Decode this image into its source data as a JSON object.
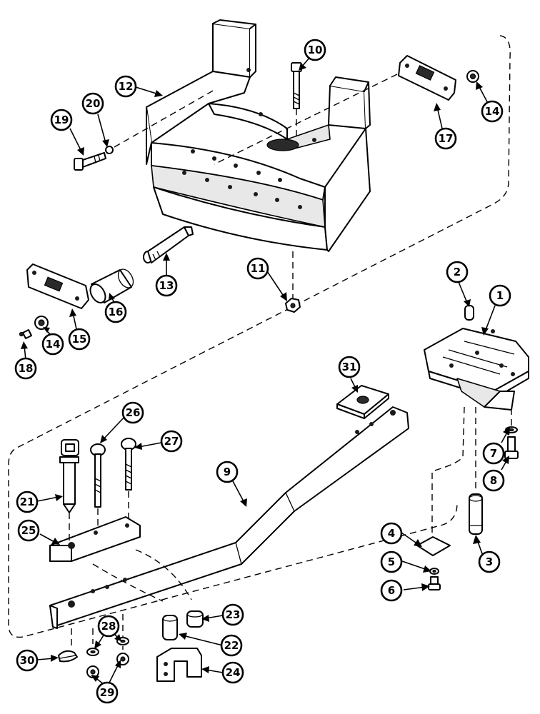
{
  "diagram": {
    "callouts": [
      {
        "id": "1",
        "label": "1"
      },
      {
        "id": "2",
        "label": "2"
      },
      {
        "id": "3",
        "label": "3"
      },
      {
        "id": "4",
        "label": "4"
      },
      {
        "id": "5",
        "label": "5"
      },
      {
        "id": "6",
        "label": "6"
      },
      {
        "id": "7",
        "label": "7"
      },
      {
        "id": "8",
        "label": "8"
      },
      {
        "id": "9",
        "label": "9"
      },
      {
        "id": "10",
        "label": "10"
      },
      {
        "id": "11",
        "label": "11"
      },
      {
        "id": "12",
        "label": "12"
      },
      {
        "id": "13",
        "label": "13"
      },
      {
        "id": "14a",
        "label": "14"
      },
      {
        "id": "14b",
        "label": "14"
      },
      {
        "id": "15",
        "label": "15"
      },
      {
        "id": "16",
        "label": "16"
      },
      {
        "id": "17",
        "label": "17"
      },
      {
        "id": "18",
        "label": "18"
      },
      {
        "id": "19",
        "label": "19"
      },
      {
        "id": "20",
        "label": "20"
      },
      {
        "id": "21",
        "label": "21"
      },
      {
        "id": "22",
        "label": "22"
      },
      {
        "id": "23",
        "label": "23"
      },
      {
        "id": "24",
        "label": "24"
      },
      {
        "id": "25",
        "label": "25"
      },
      {
        "id": "26",
        "label": "26"
      },
      {
        "id": "27",
        "label": "27"
      },
      {
        "id": "28",
        "label": "28"
      },
      {
        "id": "29",
        "label": "29"
      },
      {
        "id": "30",
        "label": "30"
      },
      {
        "id": "31",
        "label": "31"
      }
    ]
  }
}
